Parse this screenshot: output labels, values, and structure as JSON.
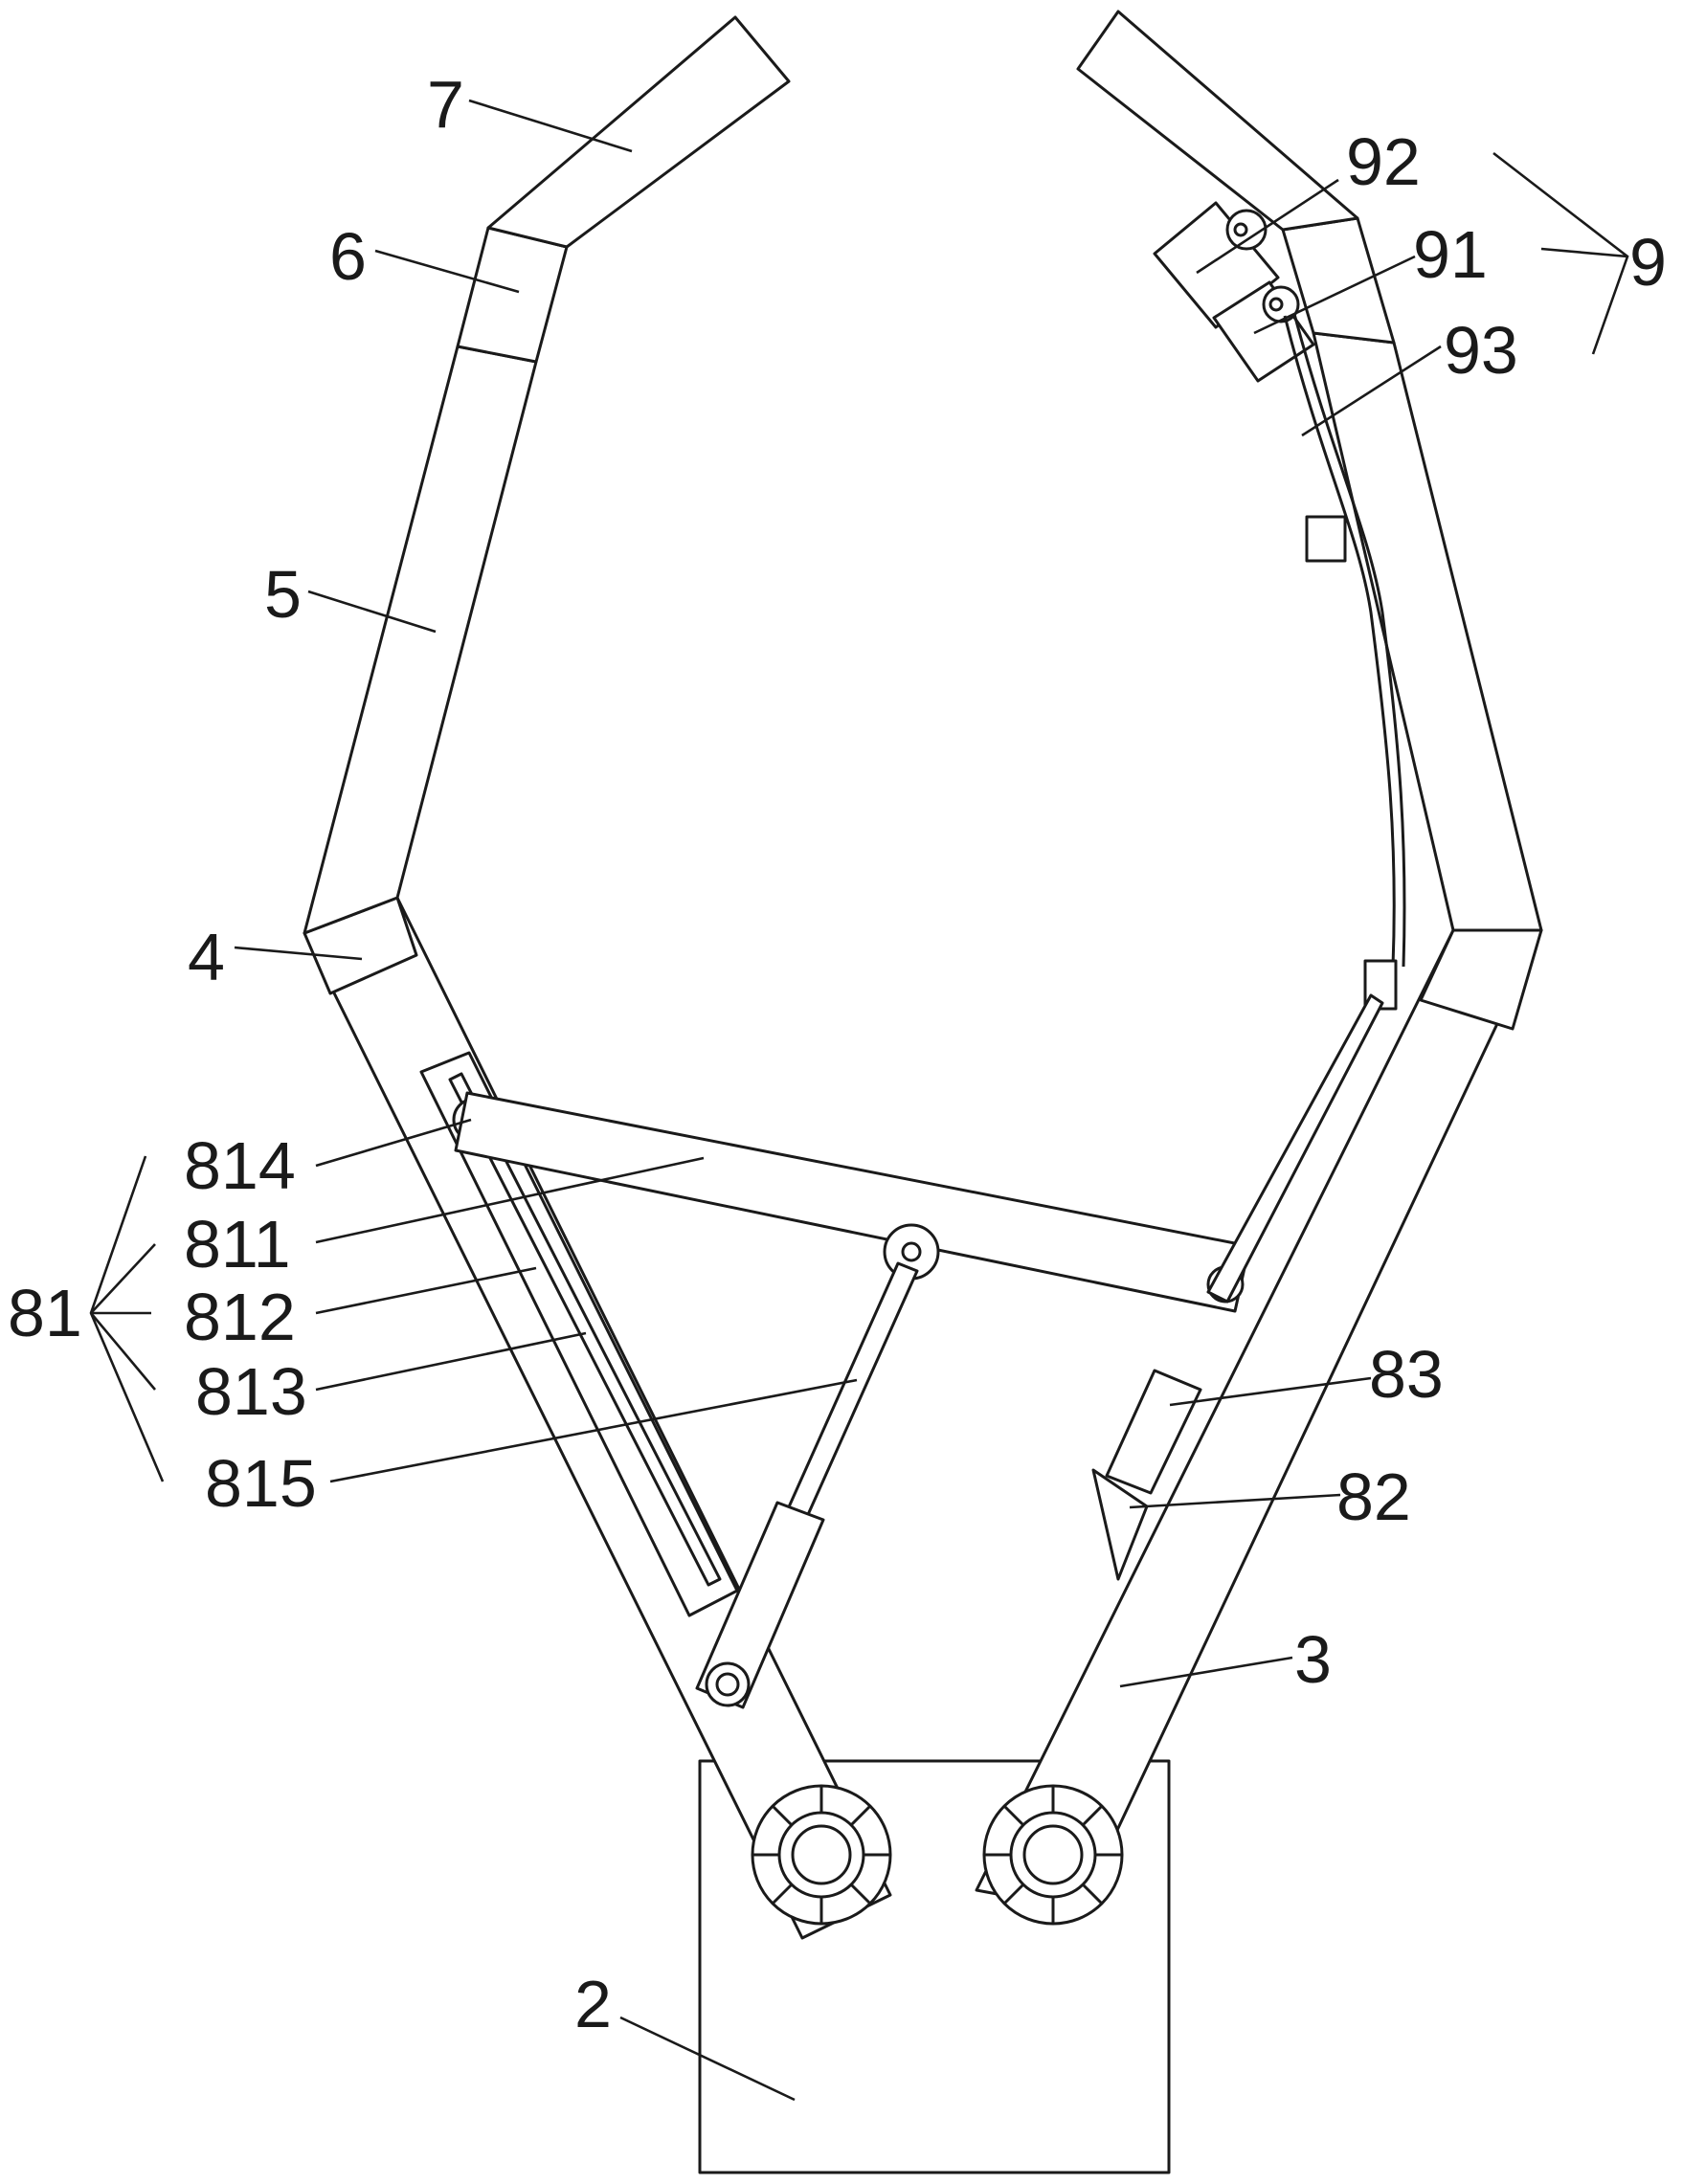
{
  "figure": {
    "labels": {
      "l7": "7",
      "l6": "6",
      "l5": "5",
      "l4": "4",
      "l814": "814",
      "l811": "811",
      "l81": "81",
      "l812": "812",
      "l813": "813",
      "l815": "815",
      "l92": "92",
      "l91": "91",
      "l9": "9",
      "l93": "93",
      "l83": "83",
      "l82": "82",
      "l3": "3",
      "l2": "2"
    }
  }
}
